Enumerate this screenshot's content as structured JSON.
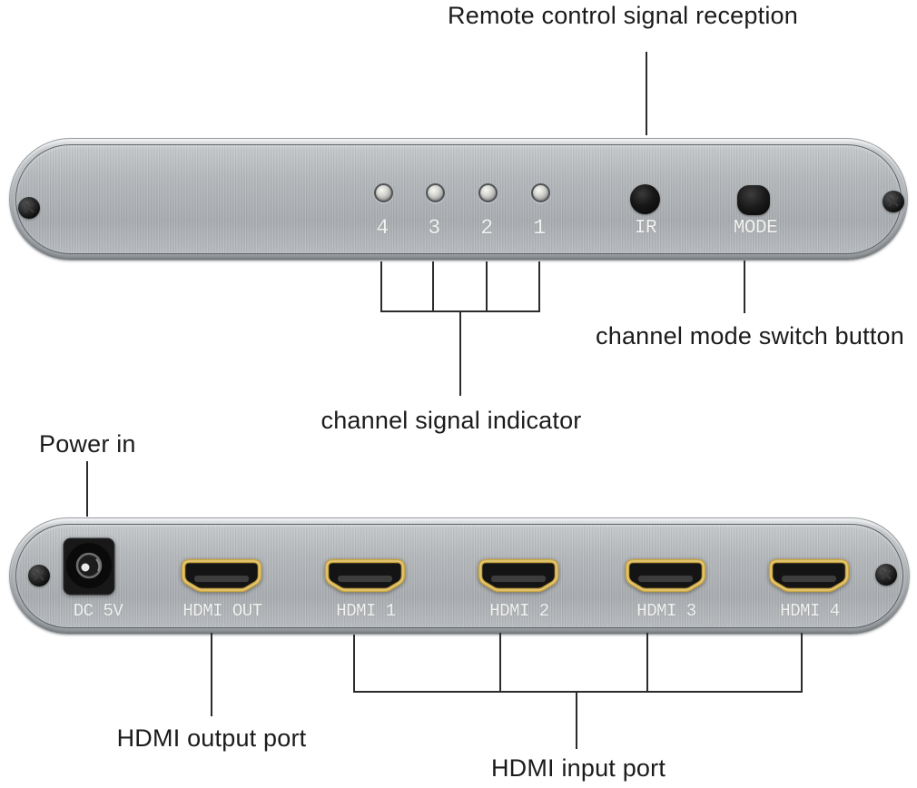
{
  "annotations": {
    "remote_reception": "Remote control signal reception",
    "mode_switch": "channel mode switch button",
    "signal_indicator": "channel signal indicator",
    "power_in": "Power in",
    "hdmi_output": "HDMI output port",
    "hdmi_input": "HDMI input port"
  },
  "front_panel": {
    "led_labels": [
      "4",
      "3",
      "2",
      "1"
    ],
    "ir_label": "IR",
    "mode_label": "MODE"
  },
  "rear_panel": {
    "power_label": "DC 5V",
    "port_labels": [
      "HDMI OUT",
      "HDMI 1",
      "HDMI 2",
      "HDMI 3",
      "HDMI 4"
    ]
  },
  "colors": {
    "background": "#ffffff",
    "annotation_text": "#1b1b1b",
    "panel_metal": "#b0b4b8",
    "panel_outline": "#5d6165",
    "printed_label": "#f2f2f0",
    "hdmi_gold": "#c9a440",
    "port_black": "#141414",
    "connector_line": "#2b2b2b"
  }
}
